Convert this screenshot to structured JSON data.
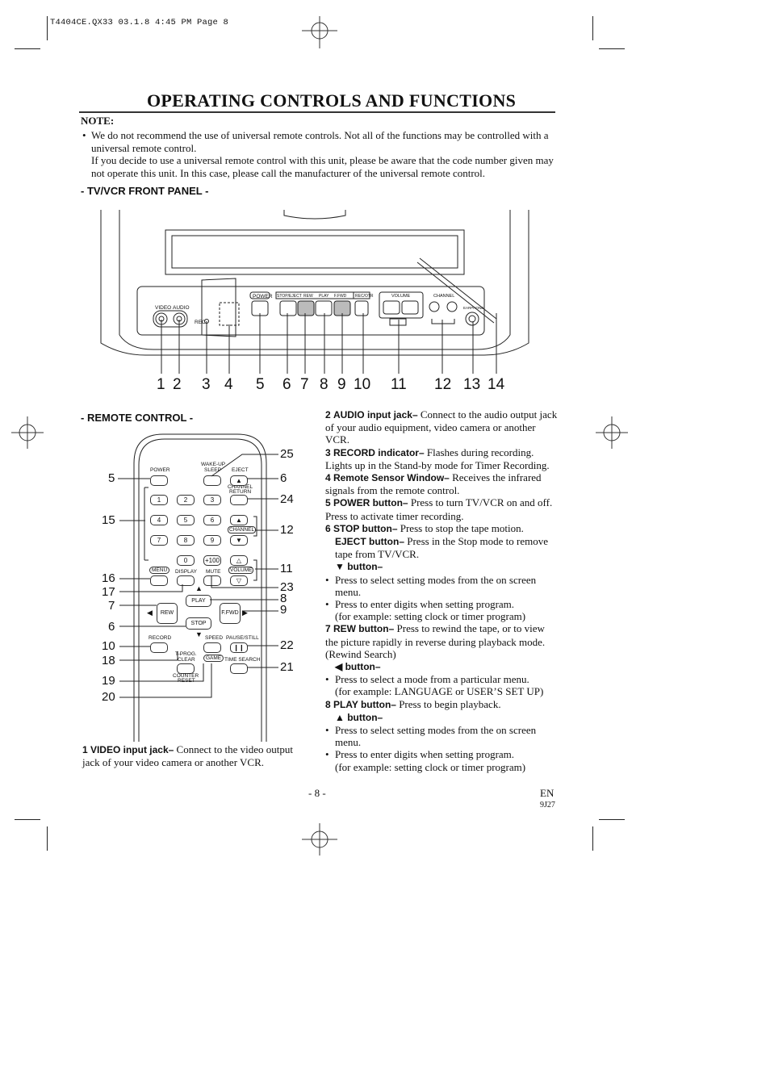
{
  "header": {
    "file_line": "T4404CE.QX33  03.1.8  4:45 PM  Page 8"
  },
  "title": "OPERATING CONTROLS AND FUNCTIONS",
  "note": {
    "heading": "NOTE:",
    "bullet": "•",
    "line1": "We do not recommend the use of universal remote controls. Not all of the functions may be controlled with a universal remote control.",
    "line2": "If you decide to use a universal remote control with this unit, please be aware that the code number given may not operate this unit. In this case, please call the manufacturer of the universal remote control."
  },
  "front_panel": {
    "heading": "- TV/VCR FRONT PANEL -",
    "labels": {
      "video": "VIDEO",
      "audio": "AUDIO",
      "rec": "REC",
      "power": "POWER",
      "stop_eject": "STOP/EJECT",
      "rew": "REW",
      "play": "PLAY",
      "ffwd": "F.FWD",
      "rec_otr": "REC/OTR",
      "volume": "VOLUME",
      "channel": "CHANNEL",
      "earphone": "EARPHONE"
    },
    "numbers": [
      "1",
      "2",
      "3",
      "4",
      "5",
      "6",
      "7",
      "8",
      "9",
      "10",
      "11",
      "12",
      "13",
      "14"
    ]
  },
  "remote": {
    "heading": "- REMOTE CONTROL -",
    "labels": {
      "power": "POWER",
      "wake_up": "WAKE-UP",
      "sleep": "SLEEP",
      "eject": "EJECT",
      "channel": "CHANNEL",
      "return": "RETURN",
      "channel_btn": "CHANNEL",
      "menu": "MENU",
      "display": "DISPLAY",
      "mute": "MUTE",
      "volume": "VOLUME",
      "play": "PLAY",
      "rew": "REW",
      "ffwd": "F.FWD",
      "stop": "STOP",
      "record": "RECORD",
      "speed": "SPEED",
      "pause_still": "PAUSE/STILL",
      "t_prog": "T-PROG.",
      "clear": "CLEAR",
      "game": "GAME",
      "time_search": "TIME SEARCH",
      "counter": "COUNTER",
      "reset": "RESET",
      "plus100": "+100"
    },
    "digits": [
      "1",
      "2",
      "3",
      "4",
      "5",
      "6",
      "7",
      "8",
      "9",
      "0"
    ],
    "callouts_left": [
      "5",
      "15",
      "16",
      "17",
      "7",
      "6",
      "10",
      "18",
      "19",
      "20"
    ],
    "callouts_right": [
      "25",
      "6",
      "24",
      "12",
      "11",
      "23",
      "8",
      "9",
      "22",
      "21"
    ]
  },
  "items": {
    "i1_num": "1",
    "i1_bold": "VIDEO input jack–",
    "i1_text": "Connect to the video output jack of your video camera or another VCR.",
    "i2_num": "2",
    "i2_bold": "AUDIO input jack–",
    "i2_text": "Connect to the audio output jack of your audio equipment, video camera or another VCR.",
    "i3_num": "3",
    "i3_bold": "RECORD indicator–",
    "i3_text": "Flashes during recording. Lights up in the Stand-by mode for Timer Recording.",
    "i4_num": "4",
    "i4_bold": "Remote Sensor Window–",
    "i4_text": "Receives the infrared signals from the remote control.",
    "i5_num": "5",
    "i5_bold": "POWER button–",
    "i5_text": "Press to turn TV/VCR on and off. Press to activate timer recording.",
    "i6_num": "6",
    "i6_bold": "STOP button–",
    "i6_text": "Press to stop the tape motion.",
    "i6_bold2": "EJECT button–",
    "i6_text2": "Press in the Stop mode to remove tape from TV/VCR.",
    "down_bold": "▼ button–",
    "down_b1": "Press to select setting modes from the on screen menu.",
    "down_b2": "Press to enter digits when setting program.",
    "down_b2b": "(for example: setting clock or timer program)",
    "i7_num": "7",
    "i7_bold": "REW button–",
    "i7_text": "Press to rewind the tape, or to view the picture rapidly in reverse during playback mode. (Rewind Search)",
    "left_bold": "◀ button–",
    "left_b1": "Press to select a mode from a particular menu.",
    "left_b1b": "(for example: LANGUAGE or USER’S SET UP)",
    "i8_num": "8",
    "i8_bold": "PLAY button–",
    "i8_text": "Press to begin playback.",
    "up_bold": "▲ button–",
    "up_b1": "Press to select setting modes from the on screen menu.",
    "up_b2": "Press to enter digits when setting program.",
    "up_b2b": "(for example: setting clock or timer program)",
    "bullet": "•"
  },
  "footer": {
    "page": "- 8 -",
    "lang": "EN",
    "code": "9J27"
  }
}
